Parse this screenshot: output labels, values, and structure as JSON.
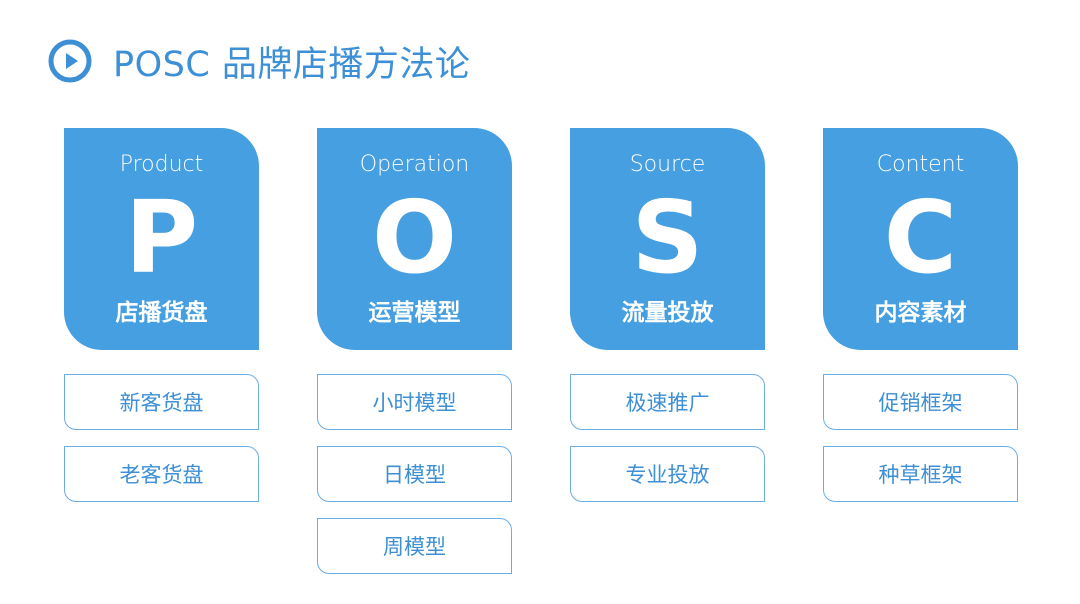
{
  "header": {
    "title": "POSC 品牌店播方法论",
    "icon": "play-circle-icon",
    "accent_color": "#3d8fd6"
  },
  "card_color": "#469fe0",
  "columns": [
    {
      "word": "Product",
      "letter": "P",
      "cn": "店播货盘",
      "items": [
        "新客货盘",
        "老客货盘"
      ]
    },
    {
      "word": "Operation",
      "letter": "O",
      "cn": "运营模型",
      "items": [
        "小时模型",
        "日模型",
        "周模型"
      ]
    },
    {
      "word": "Source",
      "letter": "S",
      "cn": "流量投放",
      "items": [
        "极速推广",
        "专业投放"
      ]
    },
    {
      "word": "Content",
      "letter": "C",
      "cn": "内容素材",
      "items": [
        "促销框架",
        "种草框架"
      ]
    }
  ]
}
